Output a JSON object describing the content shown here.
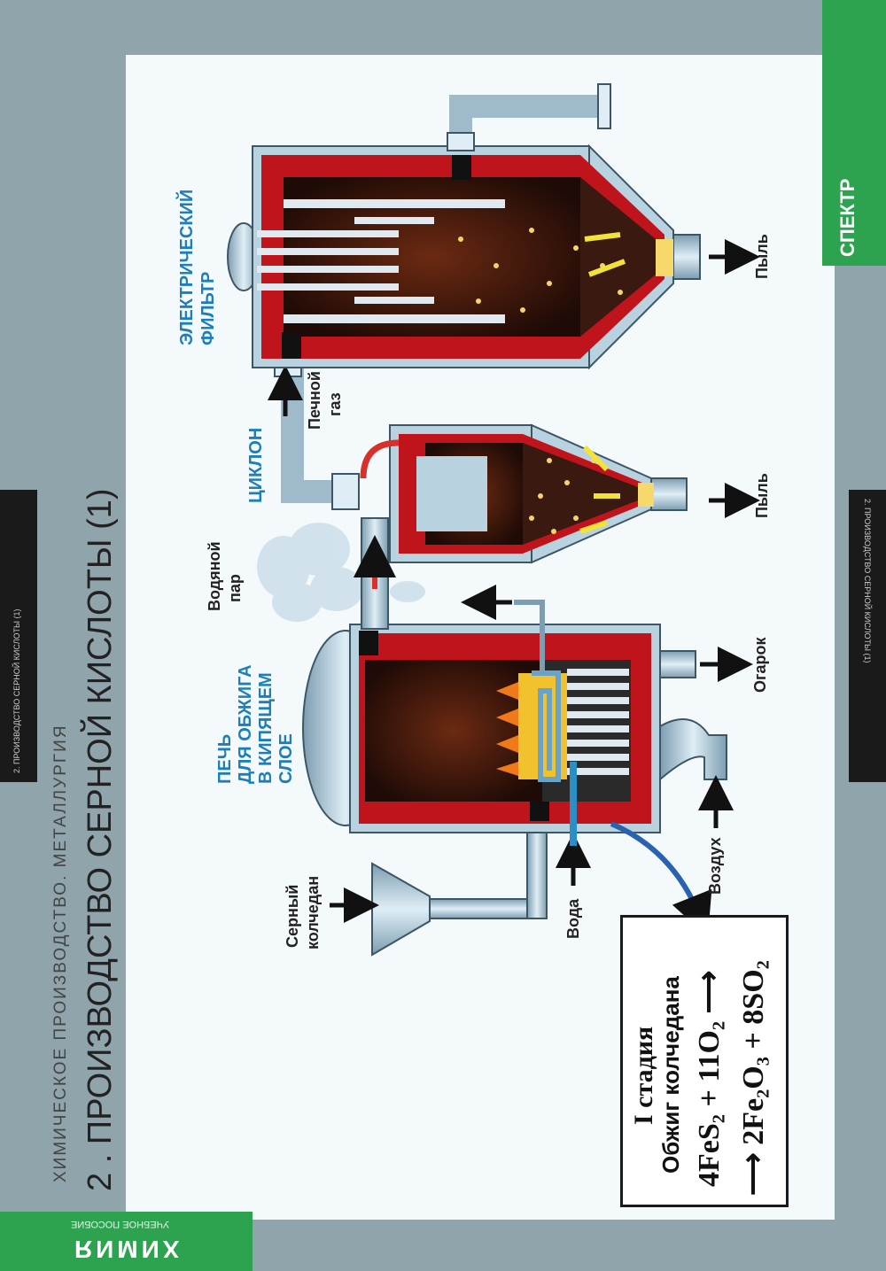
{
  "header": {
    "series": "ХИМИЧЕСКОЕ ПРОИЗВОДСТВО. МЕТАЛЛУРГИЯ",
    "title": "2 . ПРОИЗВОДСТВО СЕРНОЙ КИСЛОТЫ (1)"
  },
  "brand": {
    "name": "ХИМИЯ",
    "subtitle": "УЧЕБНОЕ ПОСОБИЕ",
    "publisher": "СПЕКТР"
  },
  "side_tabs": {
    "left": "2. ПРОИЗВОДСТВО СЕРНОЙ КИСЛОТЫ (1)",
    "right": "2. ПРОИЗВОДСТВО СЕРНОЙ КИСЛОТЫ (1)"
  },
  "units": {
    "furnace": "ПЕЧЬ ДЛЯ ОБЖИГА В КИПЯЩЕМ СЛОЕ",
    "furnace_lines": [
      "ПЕЧЬ",
      "ДЛЯ ОБЖИГА",
      "В КИПЯЩЕМ",
      "СЛОЕ"
    ],
    "cyclone": "ЦИКЛОН",
    "filter_lines": [
      "ЭЛЕКТРИЧЕСКИЙ",
      "ФИЛЬТР"
    ]
  },
  "labels": {
    "pyrite_lines": [
      "Серный",
      "колчедан"
    ],
    "water": "Вода",
    "air": "Воздух",
    "cinder": "Огарок",
    "steam_lines": [
      "Водяной",
      "пар"
    ],
    "kiln_gas_lines": [
      "Печной",
      "газ"
    ],
    "dust_cyclone": "Пыль",
    "dust_filter": "Пыль"
  },
  "stage": {
    "title": "I стадия",
    "subtitle": "Обжиг колчедана",
    "eq1": "4FeS₂ + 11O₂ ⟶",
    "eq2": "⟶ 2Fe₂O₃ + 8SO₂"
  },
  "colors": {
    "lining": "#c0141c",
    "metal": "#a9c4d4",
    "dark_interior": "#3a1a10",
    "accent_text": "#1e7fb8"
  }
}
